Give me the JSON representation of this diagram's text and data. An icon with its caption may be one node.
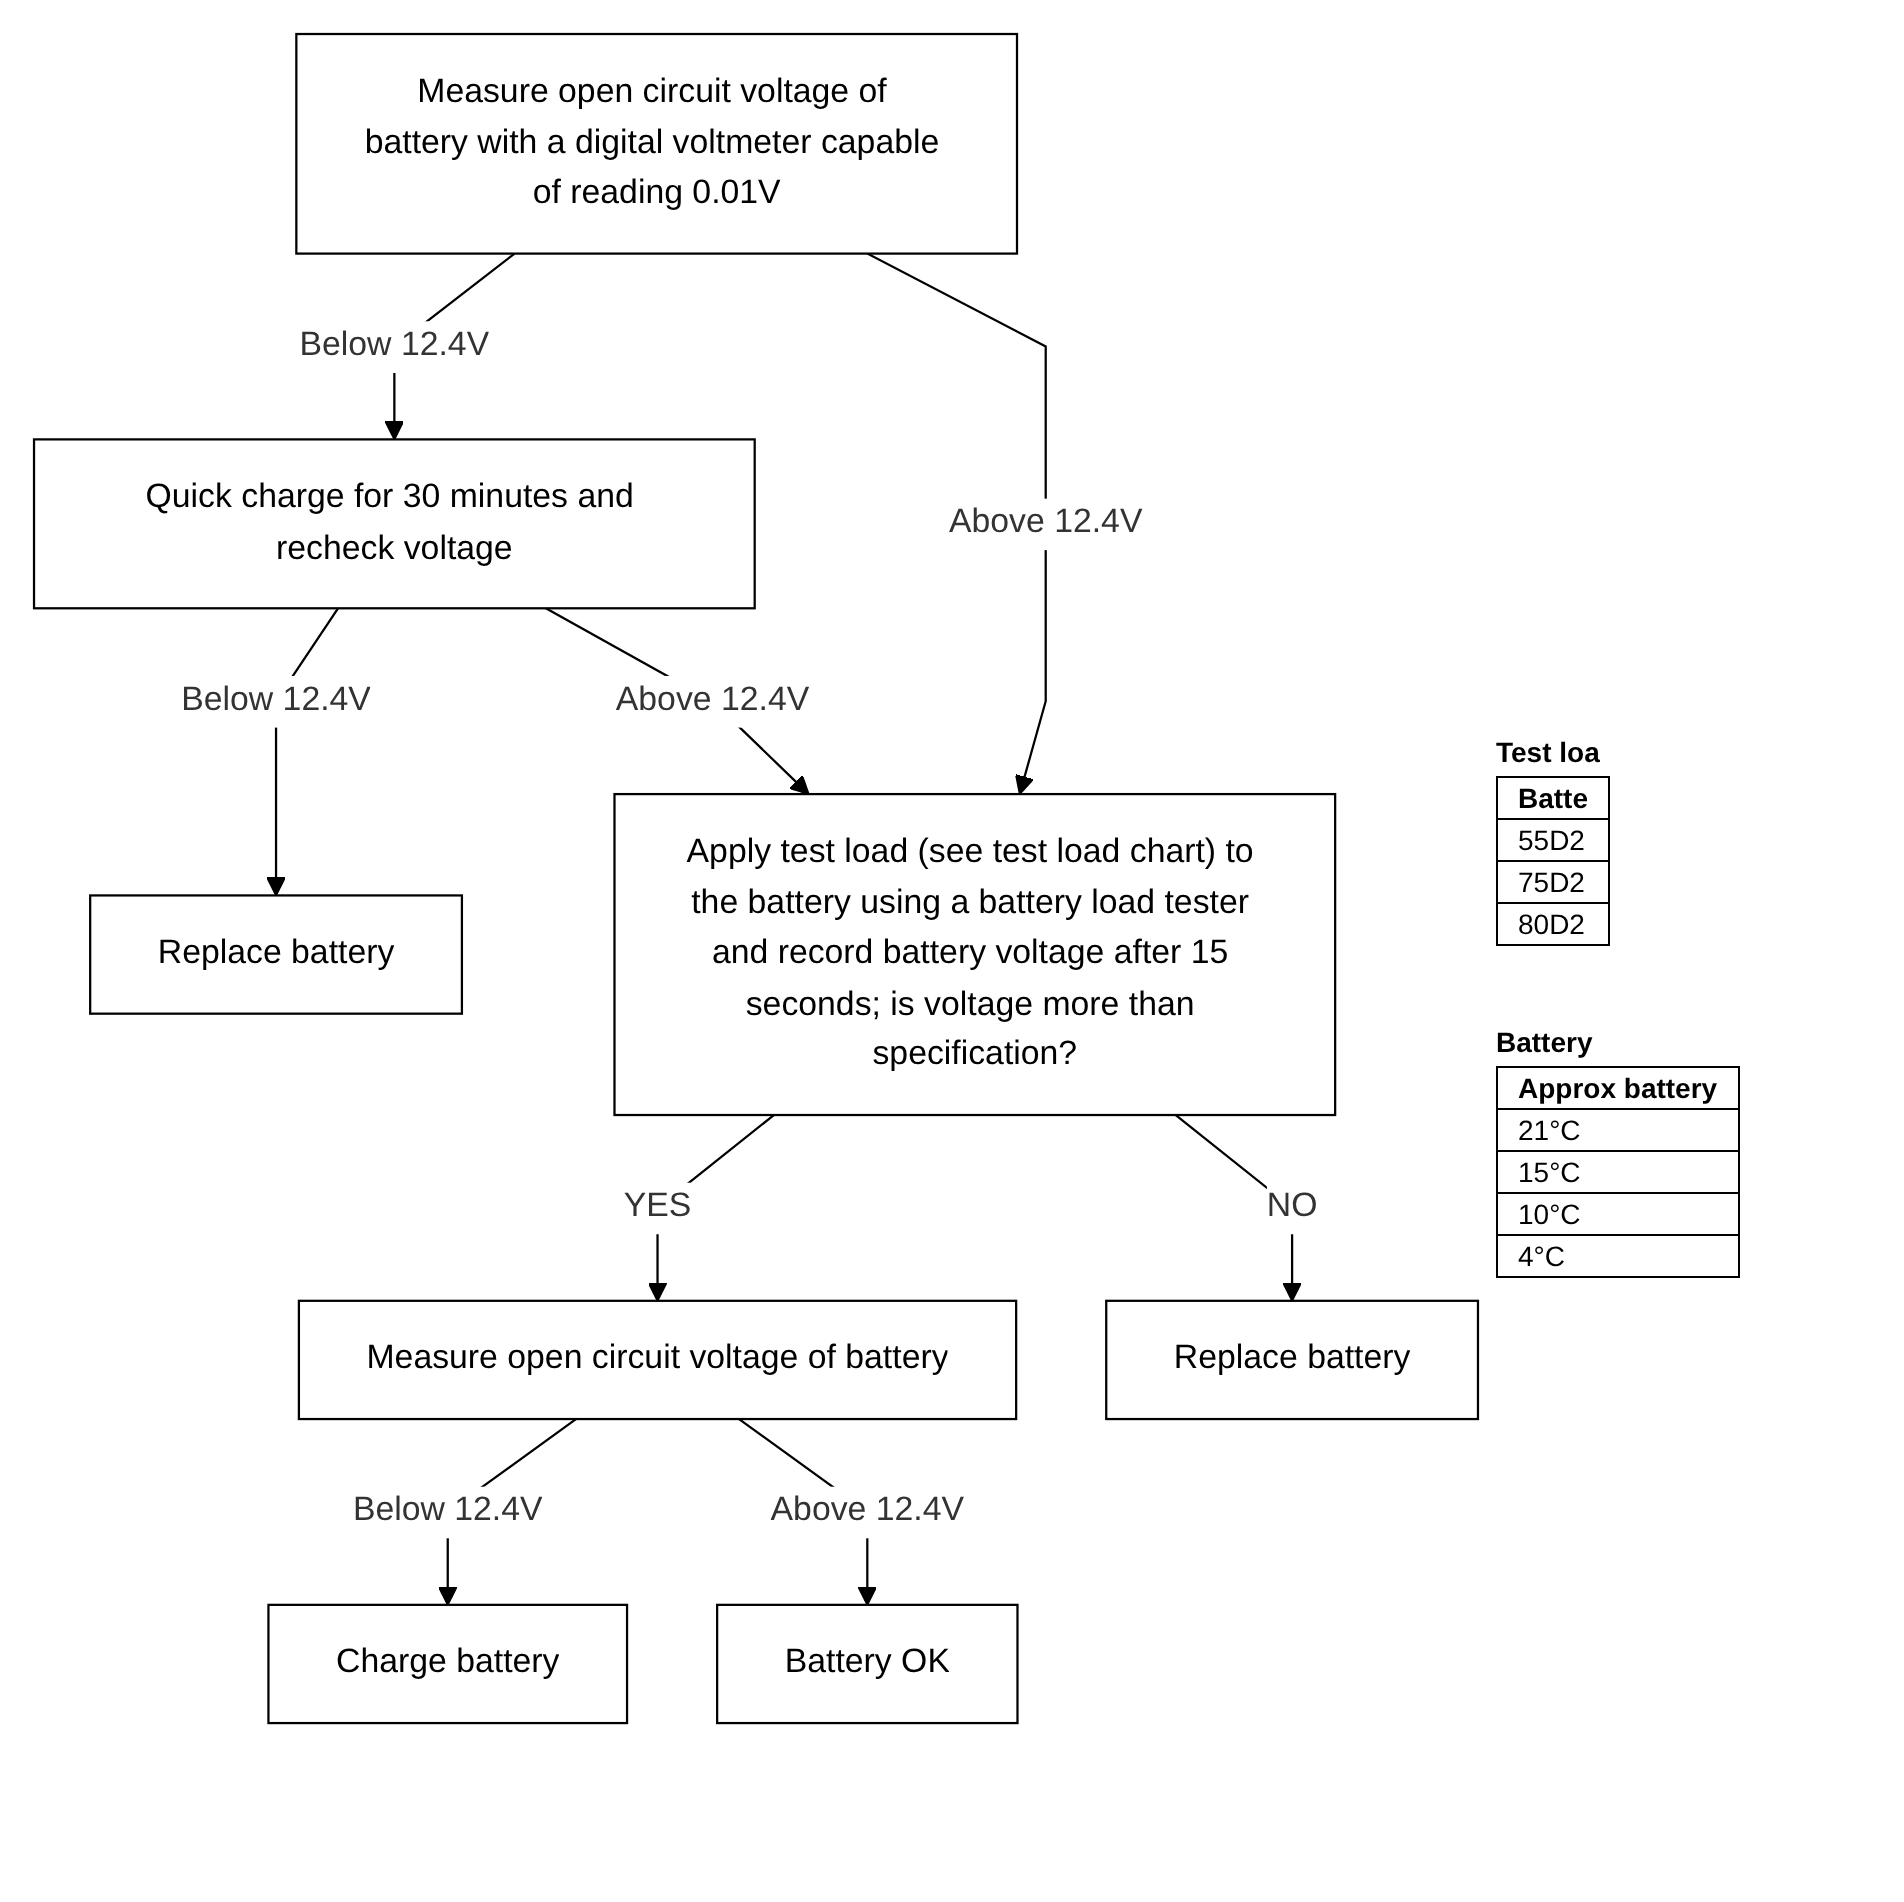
{
  "diagram": {
    "nodes": [
      {
        "text": [
          "Measure open circuit voltage of battery with a digital voltmeter capable of reading 0.01V"
        ]
      },
      {
        "text": [
          "Quick charge for 30 minutes and recheck voltage"
        ]
      },
      {
        "text": [
          "Replace battery"
        ]
      },
      {
        "text": [
          "Apply test load (see test load chart) to the battery using a battery load tester and record battery voltage after 15 seconds; is voltage more than specification?"
        ]
      },
      {
        "text": [
          "Measure open circuit voltage of battery"
        ]
      },
      {
        "text": [
          "Replace battery"
        ]
      },
      {
        "text": [
          "Charge battery"
        ]
      },
      {
        "text": [
          "Battery OK"
        ]
      }
    ],
    "edges": [
      {
        "from": 0,
        "to": 1,
        "arrow": "to",
        "label": "Below 12.4V"
      },
      {
        "from": 0,
        "to": 3,
        "arrow": "to",
        "label": "Above 12.4V"
      },
      {
        "from": 1,
        "to": 2,
        "arrow": "to",
        "label": "Below 12.4V"
      },
      {
        "from": 1,
        "to": 3,
        "arrow": "to",
        "label": "Above 12.4V"
      },
      {
        "from": 3,
        "to": 4,
        "arrow": "to",
        "label": "YES"
      },
      {
        "from": 3,
        "to": 5,
        "arrow": "to",
        "label": "NO"
      },
      {
        "from": 4,
        "to": 6,
        "arrow": "to",
        "label": "Below 12.4V"
      },
      {
        "from": 4,
        "to": 7,
        "arrow": "to",
        "label": "Above 12.4V"
      }
    ],
    "labels": [
      "Test loa",
      "Batte",
      "55D2",
      "75D2",
      "80D2",
      "Battery",
      "Approx battery",
      "21°C",
      "15°C",
      "10°C",
      "4°C"
    ]
  }
}
